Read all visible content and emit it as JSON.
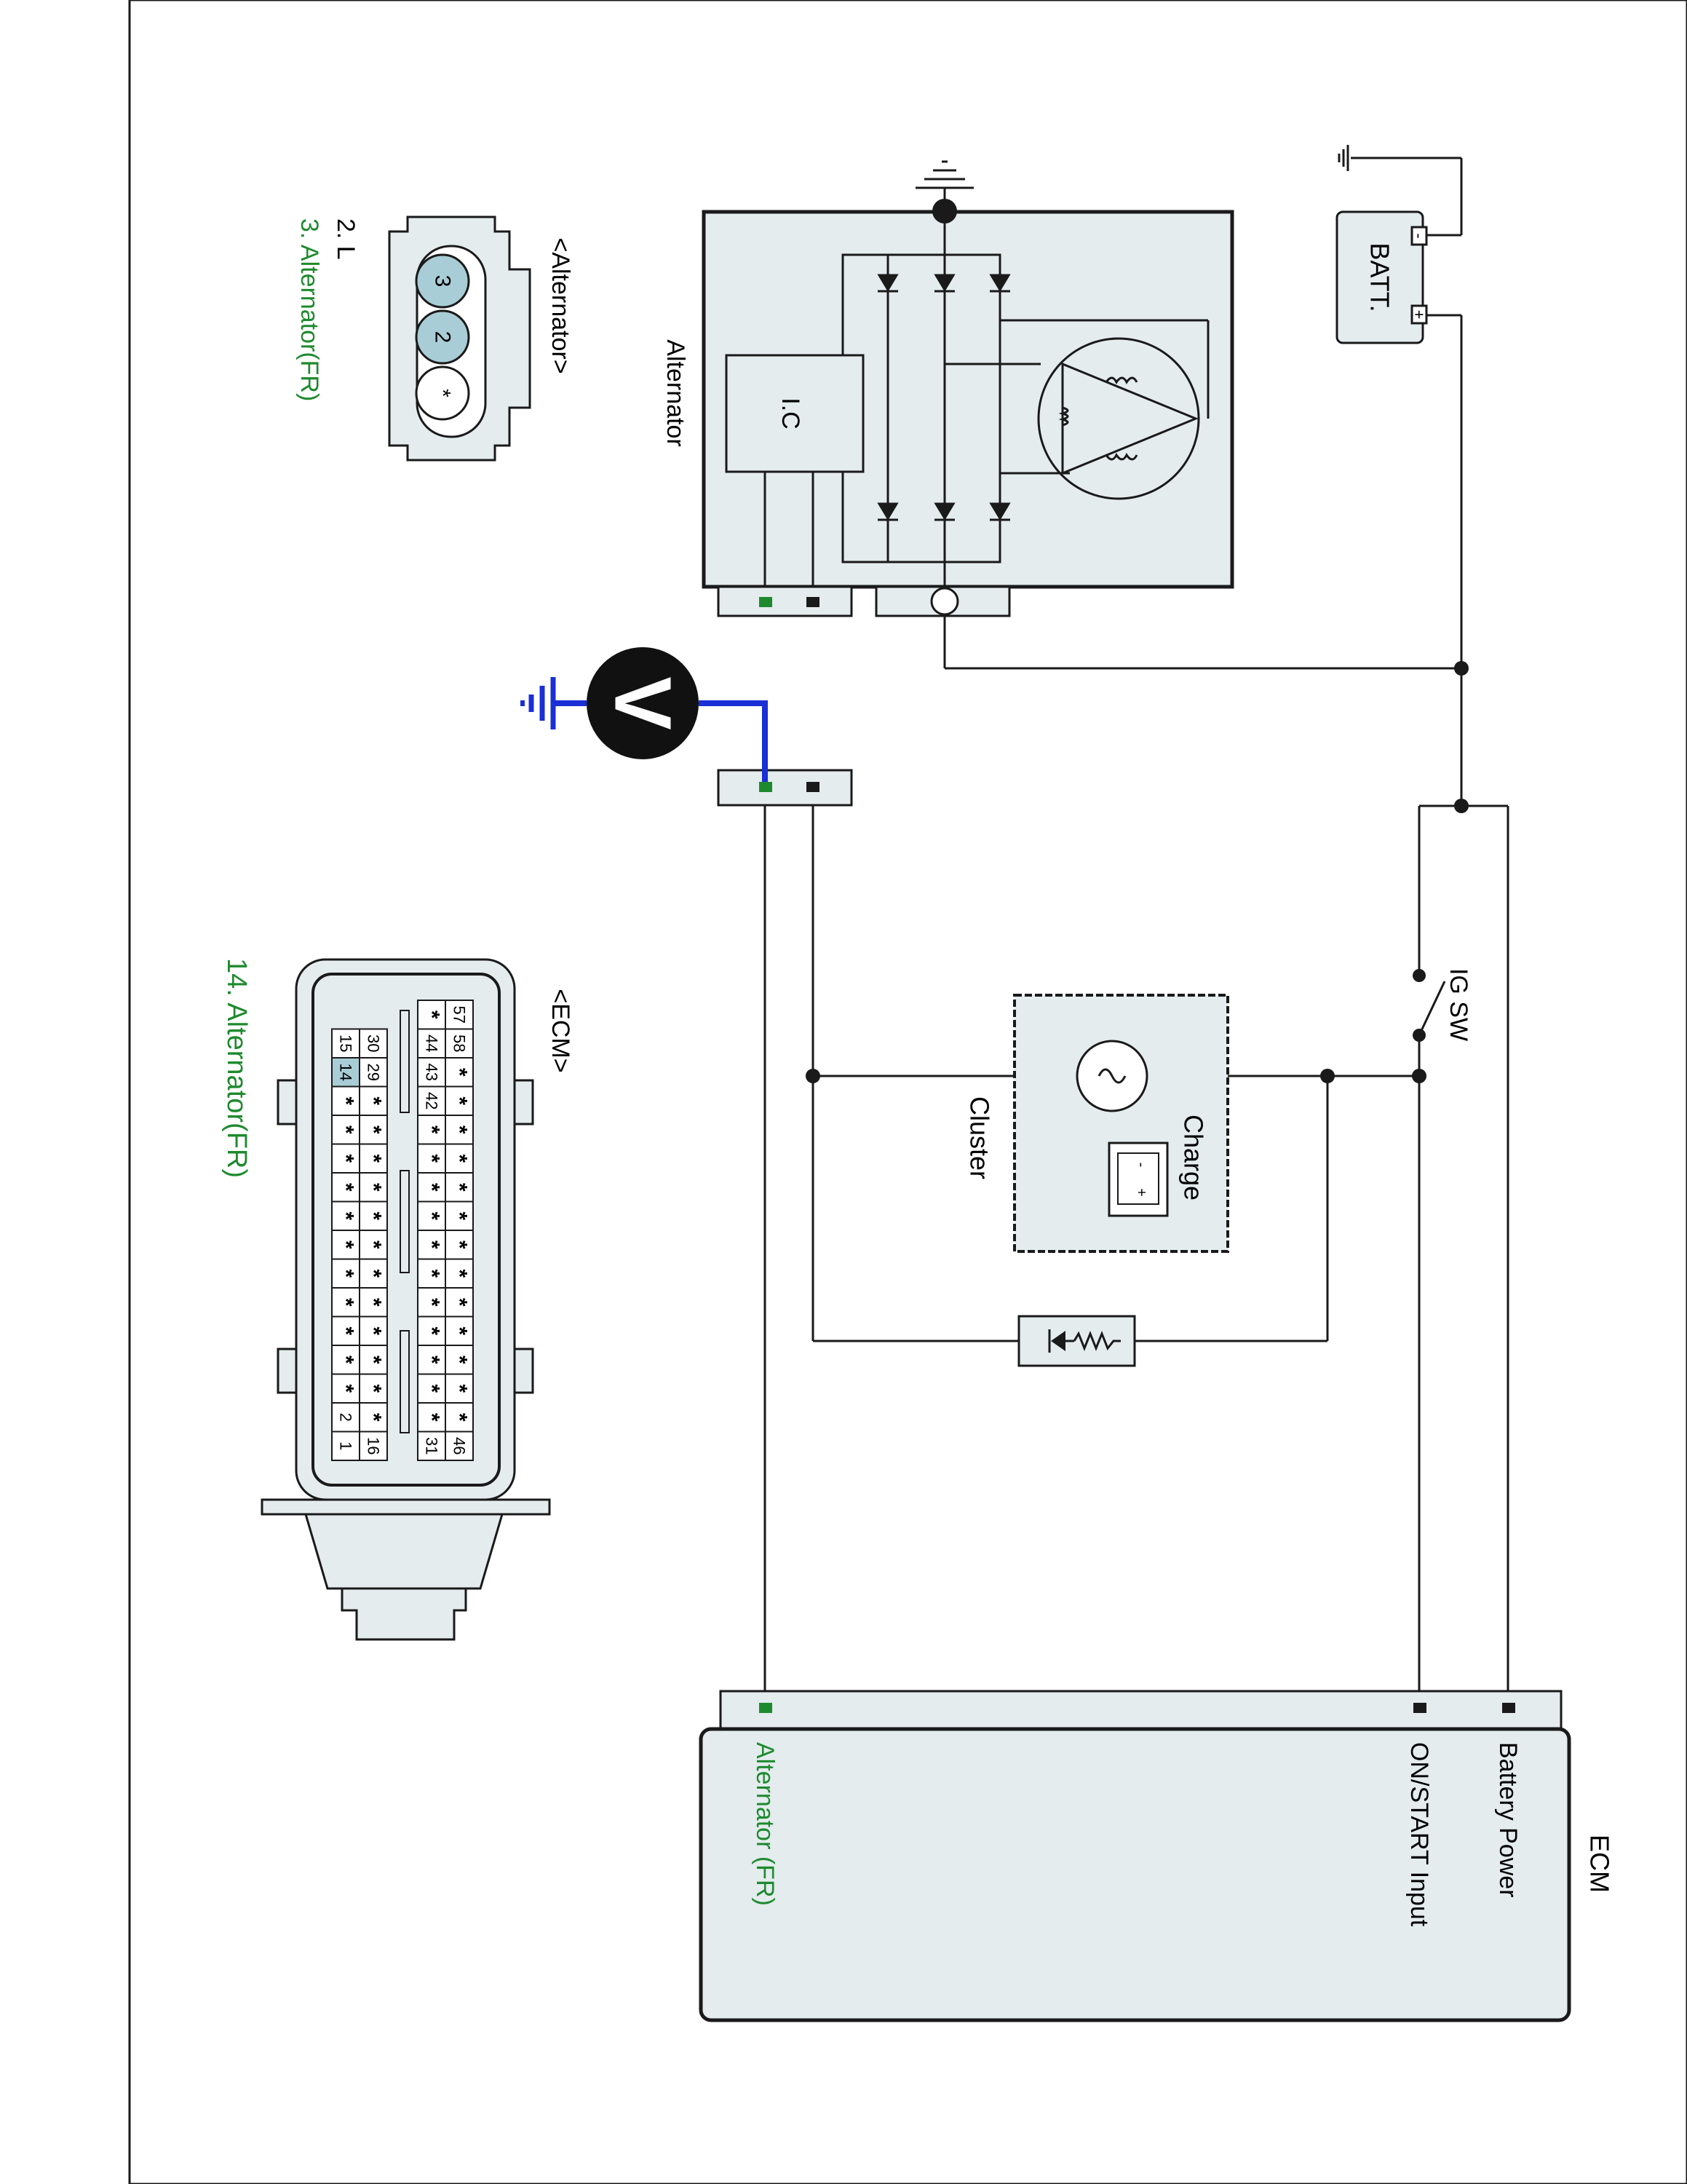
{
  "colors": {
    "wire": "#1a1a1a",
    "component_fill": "#e4ecee",
    "green_accent": "#1e8a2e",
    "probe_wire": "#1a2fd6",
    "pin_highlight": "#a9cdd6"
  },
  "alternator": {
    "title": "Alternator",
    "ic_label": "I.C"
  },
  "battery": {
    "label": "BATT.",
    "minus": "-",
    "plus": "+"
  },
  "ig_switch": {
    "label": "IG SW"
  },
  "cluster": {
    "title": "Cluster",
    "charge_label": "Charge",
    "minus": "-",
    "plus": "+"
  },
  "voltmeter": {
    "symbol": "V"
  },
  "ecm": {
    "title": "ECM",
    "pins": {
      "battery_power": "Battery Power",
      "on_start_input": "ON/START Input",
      "alternator_fr": "Alternator (FR)"
    }
  },
  "alternator_connector": {
    "title": "<Alternator>",
    "pin_labels": [
      "3",
      "2",
      "*"
    ],
    "legend": [
      {
        "text": "2. L",
        "color": "black"
      },
      {
        "text": "3. Alternator(FR)",
        "color": "green"
      }
    ]
  },
  "ecm_connector": {
    "title": "<ECM>",
    "legend": "14. Alternator(FR)",
    "upper_block": {
      "row_a": [
        "46",
        "*",
        "*",
        "*",
        "*",
        "*",
        "*",
        "*",
        "*",
        "*",
        "*",
        "*",
        "*",
        "*",
        "58"
      ],
      "row_b": [
        "31",
        "*",
        "*",
        "*",
        "*",
        "*",
        "*",
        "*",
        "*",
        "*",
        "*",
        "*",
        "42",
        "43",
        "44"
      ]
    },
    "lower_block": {
      "row_c": [
        "16",
        "*",
        "*",
        "*",
        "*",
        "*",
        "*",
        "*",
        "*",
        "*",
        "*",
        "*",
        "*",
        "29",
        "30"
      ],
      "row_d": [
        "1",
        "2",
        "*",
        "*",
        "*",
        "*",
        "*",
        "*",
        "*",
        "*",
        "*",
        "*",
        "*",
        "14",
        "15"
      ]
    },
    "extra_upper": [
      "57",
      "*"
    ],
    "highlight_pin": "14"
  }
}
